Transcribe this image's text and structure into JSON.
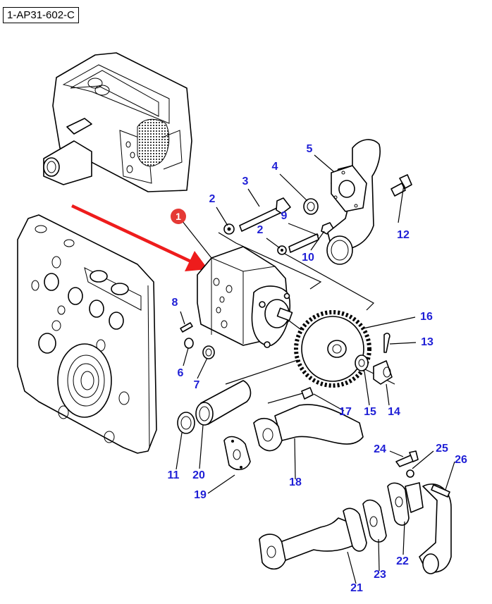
{
  "reference_code": "1-AP31-602-C",
  "highlight": {
    "marker_label": "1",
    "marker_color": "#e53935",
    "arrow_color": "#ee1c1c",
    "target_part": "hydraulic pump"
  },
  "callout_color": "#1f1fd6",
  "callouts": [
    {
      "id": "2a",
      "label": "2"
    },
    {
      "id": "2b",
      "label": "2"
    },
    {
      "id": "3",
      "label": "3"
    },
    {
      "id": "4",
      "label": "4"
    },
    {
      "id": "5",
      "label": "5"
    },
    {
      "id": "6",
      "label": "6"
    },
    {
      "id": "7",
      "label": "7"
    },
    {
      "id": "8",
      "label": "8"
    },
    {
      "id": "9",
      "label": "9"
    },
    {
      "id": "10",
      "label": "10"
    },
    {
      "id": "11",
      "label": "11"
    },
    {
      "id": "12",
      "label": "12"
    },
    {
      "id": "13",
      "label": "13"
    },
    {
      "id": "14",
      "label": "14"
    },
    {
      "id": "15",
      "label": "15"
    },
    {
      "id": "16",
      "label": "16"
    },
    {
      "id": "17",
      "label": "17"
    },
    {
      "id": "18",
      "label": "18"
    },
    {
      "id": "19",
      "label": "19"
    },
    {
      "id": "20",
      "label": "20"
    },
    {
      "id": "21",
      "label": "21"
    },
    {
      "id": "22",
      "label": "22"
    },
    {
      "id": "23",
      "label": "23"
    },
    {
      "id": "24",
      "label": "24"
    },
    {
      "id": "25",
      "label": "25"
    },
    {
      "id": "26",
      "label": "26"
    }
  ]
}
